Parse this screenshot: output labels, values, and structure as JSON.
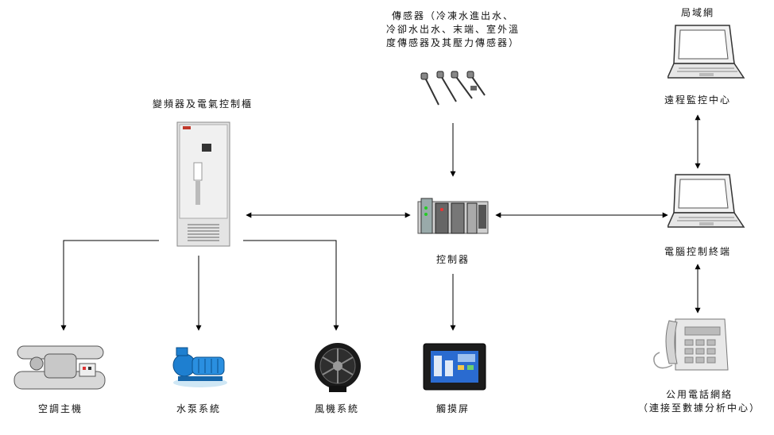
{
  "labels": {
    "sensors": "傳感器（冷凍水進出水、\n冷卻水出水、末端、室外溫\n度傳感器及其壓力傳感器）",
    "cabinet": "變頻器及電氣控制櫃",
    "controller": "控制器",
    "lan": "局域網",
    "remote_center": "遠程監控中心",
    "terminal": "電腦控制終端",
    "phone": "公用電話網絡\n（連接至數據分析中心）",
    "chiller": "空調主機",
    "pump": "水泵系統",
    "fan": "風機系統",
    "touchscreen": "觸摸屏"
  },
  "icons": {
    "sensors": "sensor-probes-icon",
    "cabinet": "control-cabinet-icon",
    "controller": "plc-controller-icon",
    "laptop": "laptop-icon",
    "phone": "telephone-icon",
    "chiller": "chiller-icon",
    "pump": "water-pump-icon",
    "fan": "axial-fan-icon",
    "touchscreen": "touchscreen-panel-icon"
  },
  "colors": {
    "line": "#000000",
    "cabinet_body": "#e4e4e4",
    "pump_blue": "#1e7fd0",
    "screen_blue": "#2a6bd0",
    "phone_grey": "#cfcfcf"
  }
}
